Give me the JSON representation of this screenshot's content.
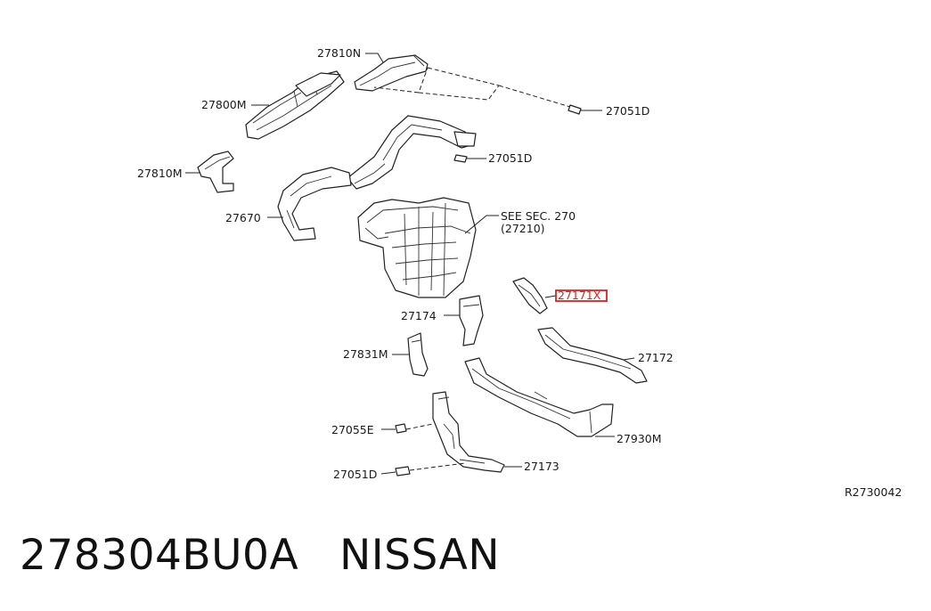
{
  "diagram": {
    "ref_code": "R2730042",
    "labels": {
      "p27810N": "27810N",
      "p27800M": "27800M",
      "p27051D_a": "27051D",
      "p27051D_b": "27051D",
      "p27810M": "27810M",
      "p27670": "27670",
      "see_sec": "SEE SEC. 270",
      "see_sec_sub": "(27210)",
      "p27171X": "27171X",
      "p27174": "27174",
      "p27831M": "27831M",
      "p27172": "27172",
      "p27055E": "27055E",
      "p27930M": "27930M",
      "p27051D_c": "27051D",
      "p27173": "27173"
    },
    "highlight_color": "#e0201c"
  },
  "caption": {
    "part_number": "278304BU0A",
    "brand": "NISSAN"
  }
}
